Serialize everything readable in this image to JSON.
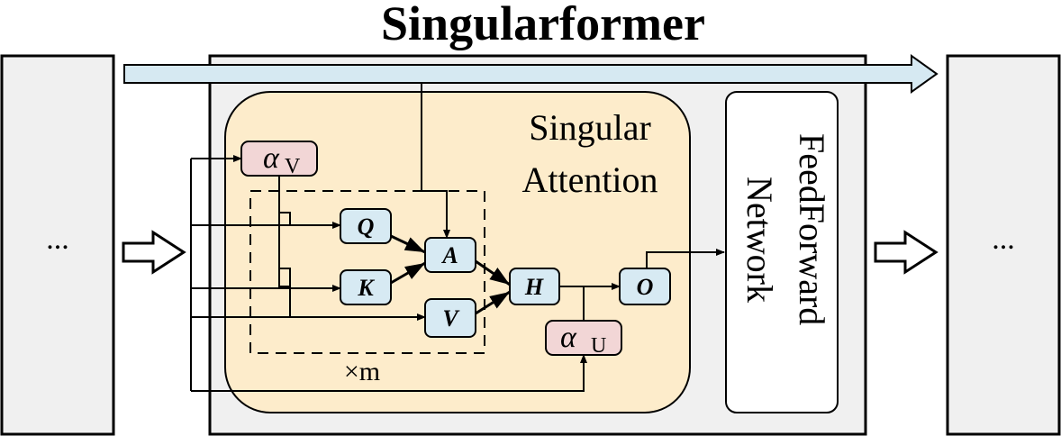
{
  "title": "Singularformer",
  "left_block": {
    "label": "..."
  },
  "right_block": {
    "label": "..."
  },
  "singular_attention": {
    "line1": "Singular",
    "line2": "Attention"
  },
  "ffn": {
    "line1": "FeedForward",
    "line2": "Network"
  },
  "nodes": {
    "alpha_v": {
      "symbol": "α",
      "sub": "V"
    },
    "alpha_u": {
      "symbol": "α",
      "sub": "U"
    },
    "q": "Q",
    "k": "K",
    "v": "V",
    "a": "A",
    "h": "H",
    "o": "O"
  },
  "repeat_label": "×m",
  "colors": {
    "attention_fill": "#fdeccb",
    "block_fill": "#f0f0f0",
    "node_blue": "#d7eaf3",
    "node_pink": "#f2d6d6",
    "skip_arrow": "#d6e9f2"
  }
}
